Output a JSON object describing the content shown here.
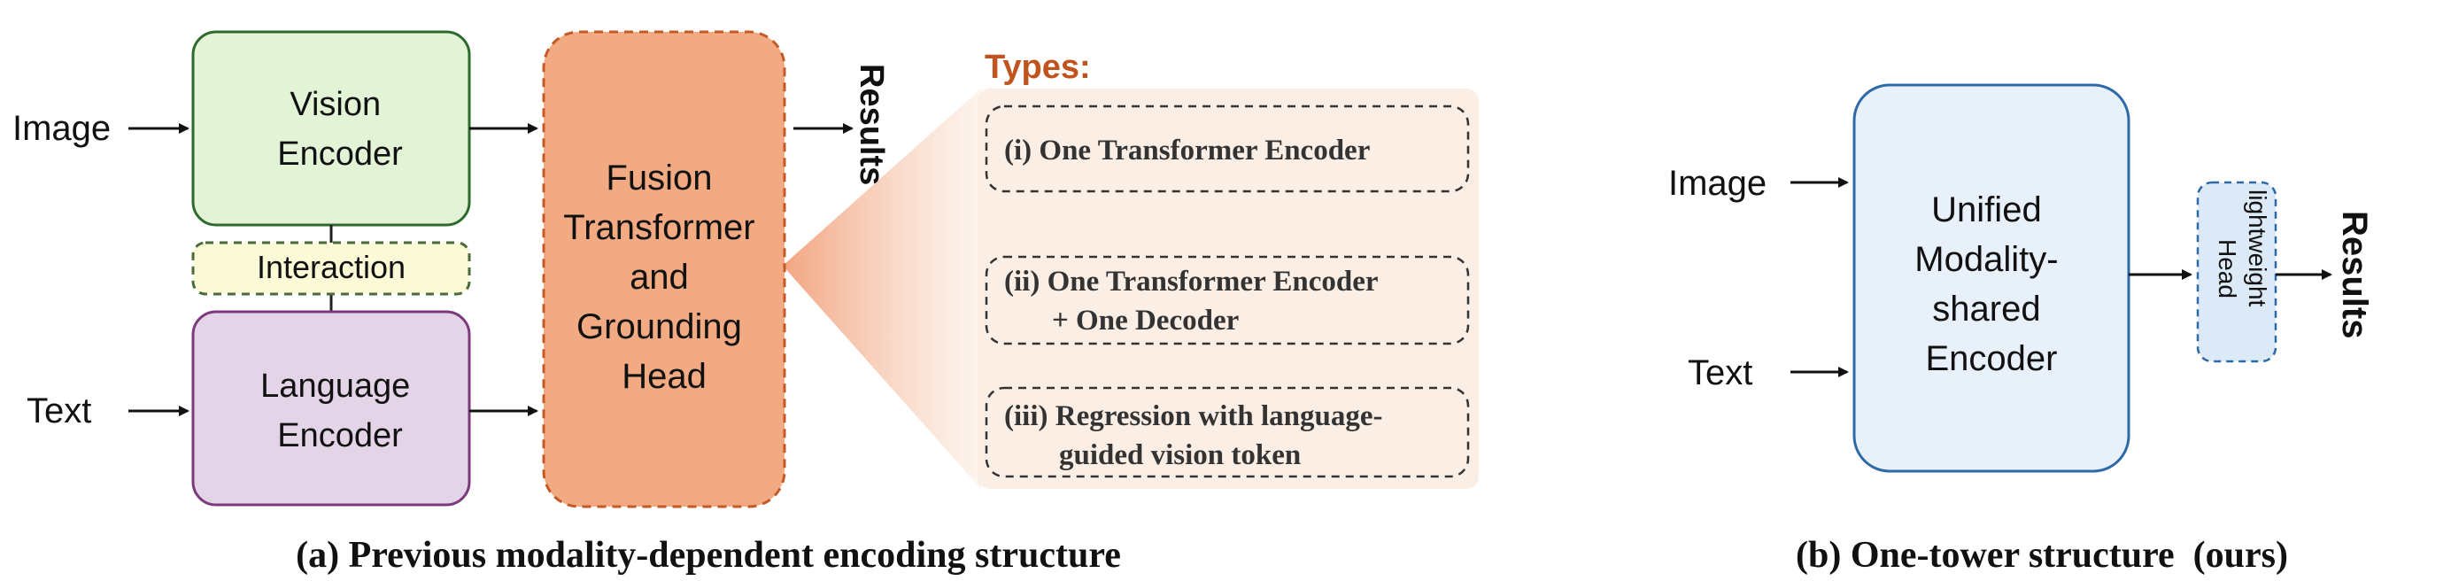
{
  "colors": {
    "vision_fill": "#e2f3d6",
    "vision_stroke": "#2e6a2e",
    "language_fill": "#e4d4e8",
    "language_stroke": "#7a3a7c",
    "interaction_fill": "#fbf9d6",
    "interaction_stroke": "#4a6a3a",
    "fusion_fill": "#f2aa82",
    "fusion_stroke": "#c45a26",
    "types_panel_fill": "#fbeee4",
    "types_title": "#c0541e",
    "unified_fill": "#e8f1fa",
    "unified_stroke": "#2f6aa8",
    "head_fill": "#dce9f6",
    "head_stroke": "#2f6aa8"
  },
  "left": {
    "image_label": "Image",
    "text_label": "Text",
    "vision_encoder": [
      "Vision",
      "Encoder"
    ],
    "interaction": "Interaction",
    "language_encoder": [
      "Language",
      "Encoder"
    ],
    "fusion_head": [
      "Fusion",
      "Transformer",
      "and",
      "Grounding",
      "Head"
    ],
    "results": "Results",
    "types_title": "Types:",
    "types": [
      [
        "(i) One Transformer Encoder"
      ],
      [
        "(ii) One Transformer Encoder",
        "+ One Decoder"
      ],
      [
        "(iii) Regression with language-",
        "guided vision token"
      ]
    ],
    "caption": "(a) Previous modality-dependent encoding structure"
  },
  "right": {
    "image_label": "Image",
    "text_label": "Text",
    "unified_encoder": [
      "Unified",
      "Modality-",
      "shared",
      "Encoder"
    ],
    "head": [
      "lightweight",
      "Head"
    ],
    "results": "Results",
    "caption": "(b) One-tower structure  (ours)"
  }
}
